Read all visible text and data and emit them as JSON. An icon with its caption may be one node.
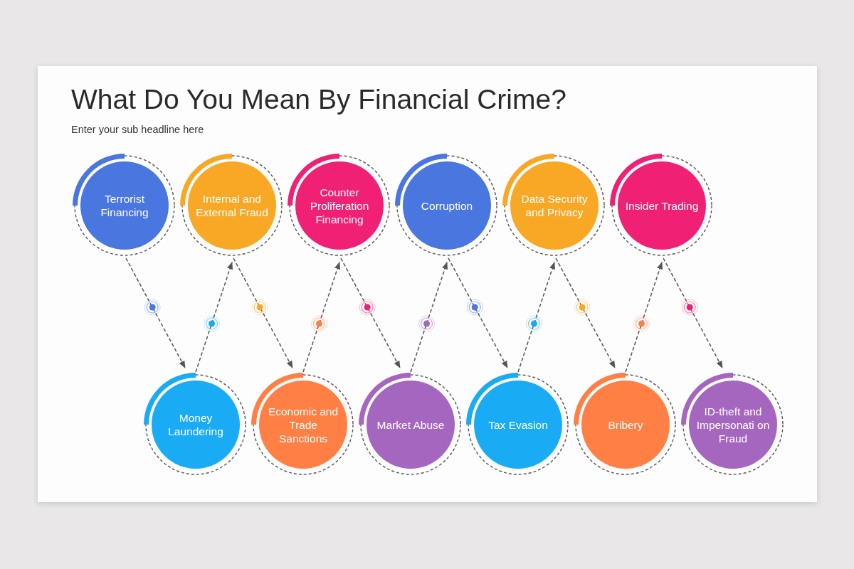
{
  "diagram": {
    "title": "What Do You Mean By Financial Crime?",
    "nodes": [
      {
        "text": [
          "Terrorist Financing"
        ]
      },
      {
        "text": [
          "Internal and External Fraud"
        ]
      },
      {
        "text": [
          "Counter Proliferation Financing"
        ]
      },
      {
        "text": [
          "Corruption"
        ]
      },
      {
        "text": [
          "Data Security and Privacy"
        ]
      },
      {
        "text": [
          "Insider Trading"
        ]
      },
      {
        "text": [
          "Money Laundering"
        ]
      },
      {
        "text": [
          "Economic and Trade Sanctions"
        ]
      },
      {
        "text": [
          "Market Abuse"
        ]
      },
      {
        "text": [
          "Tax Evasion"
        ]
      },
      {
        "text": [
          "Bribery"
        ]
      },
      {
        "text": [
          "ID-theft and Impersonati on Fraud"
        ]
      }
    ],
    "edges": [
      {
        "from": 0,
        "to": 6,
        "arrow": "to"
      },
      {
        "from": 6,
        "to": 1,
        "arrow": "to"
      },
      {
        "from": 1,
        "to": 7,
        "arrow": "to"
      },
      {
        "from": 7,
        "to": 2,
        "arrow": "to"
      },
      {
        "from": 2,
        "to": 8,
        "arrow": "to"
      },
      {
        "from": 8,
        "to": 3,
        "arrow": "to"
      },
      {
        "from": 3,
        "to": 9,
        "arrow": "to"
      },
      {
        "from": 9,
        "to": 4,
        "arrow": "to"
      },
      {
        "from": 4,
        "to": 10,
        "arrow": "to"
      },
      {
        "from": 10,
        "to": 5,
        "arrow": "to"
      },
      {
        "from": 5,
        "to": 11,
        "arrow": "to"
      }
    ],
    "labels": [
      "Enter your sub headline here"
    ]
  }
}
